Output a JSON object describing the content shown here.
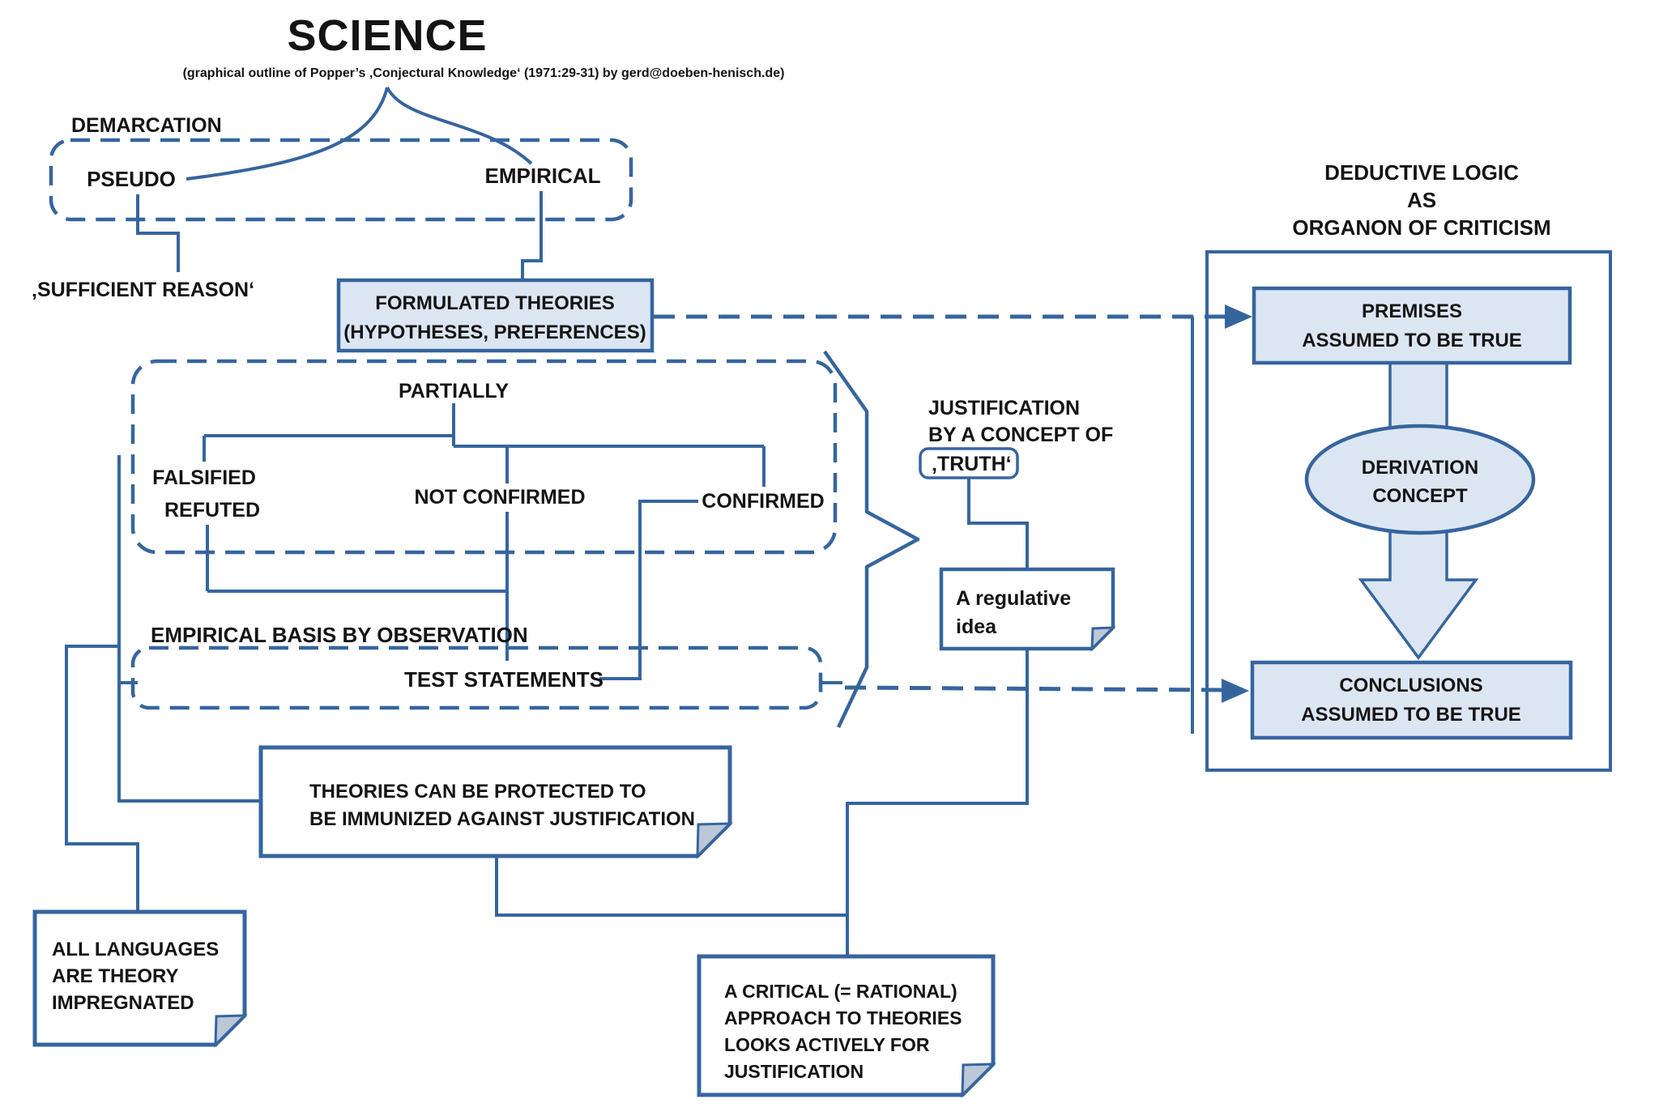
{
  "colors": {
    "line_blue": "#36659e",
    "box_fill_blue": "#dce6f3",
    "fold_gray": "#bcc7d8",
    "text_black": "#141414",
    "background": "#ffffff"
  },
  "title": {
    "main": "SCIENCE",
    "subtitle": "(graphical outline of Popper’s ‚Conjectural Knowledge‘ (1971:29-31) by gerd@doeben-henisch.de)"
  },
  "demarcation": {
    "label": "DEMARCATION",
    "pseudo": "PSEUDO",
    "empirical": "EMPIRICAL",
    "sufficient_reason": "‚SUFFICIENT REASON‘"
  },
  "formulated": {
    "line1": "FORMULATED THEORIES",
    "line2": "(HYPOTHESES, PREFERENCES)"
  },
  "partially": {
    "label": "PARTIALLY",
    "falsified": "FALSIFIED",
    "refuted": "REFUTED",
    "not_confirmed": "NOT CONFIRMED",
    "confirmed": "CONFIRMED"
  },
  "empirical_basis": {
    "label": "EMPIRICAL BASIS BY OBSERVATION",
    "test_statements": "TEST STATEMENTS"
  },
  "justification": {
    "line1": "JUSTIFICATION",
    "line2": "BY A CONCEPT OF",
    "truth": "‚TRUTH‘",
    "regulative_line1": "A regulative",
    "regulative_line2": "idea"
  },
  "deductive": {
    "title1": "DEDUCTIVE LOGIC",
    "title2": "AS",
    "title3": "ORGANON OF CRITICISM",
    "premises_line1": "PREMISES",
    "premises_line2": "ASSUMED TO BE TRUE",
    "derivation_line1": "DERIVATION",
    "derivation_line2": "CONCEPT",
    "conclusions_line1": "CONCLUSIONS",
    "conclusions_line2": "ASSUMED TO BE TRUE"
  },
  "notes": {
    "immunized": {
      "line1": "THEORIES CAN BE PROTECTED TO",
      "line2": "BE  IMMUNIZED AGAINST JUSTIFICATION"
    },
    "languages": {
      "line1": "ALL LANGUAGES",
      "line2": "ARE THEORY",
      "line3": "IMPREGNATED"
    },
    "critical": {
      "line1": "A CRITICAL (= RATIONAL)",
      "line2": "APPROACH TO THEORIES",
      "line3": "LOOKS ACTIVELY FOR",
      "line4": "JUSTIFICATION"
    }
  }
}
